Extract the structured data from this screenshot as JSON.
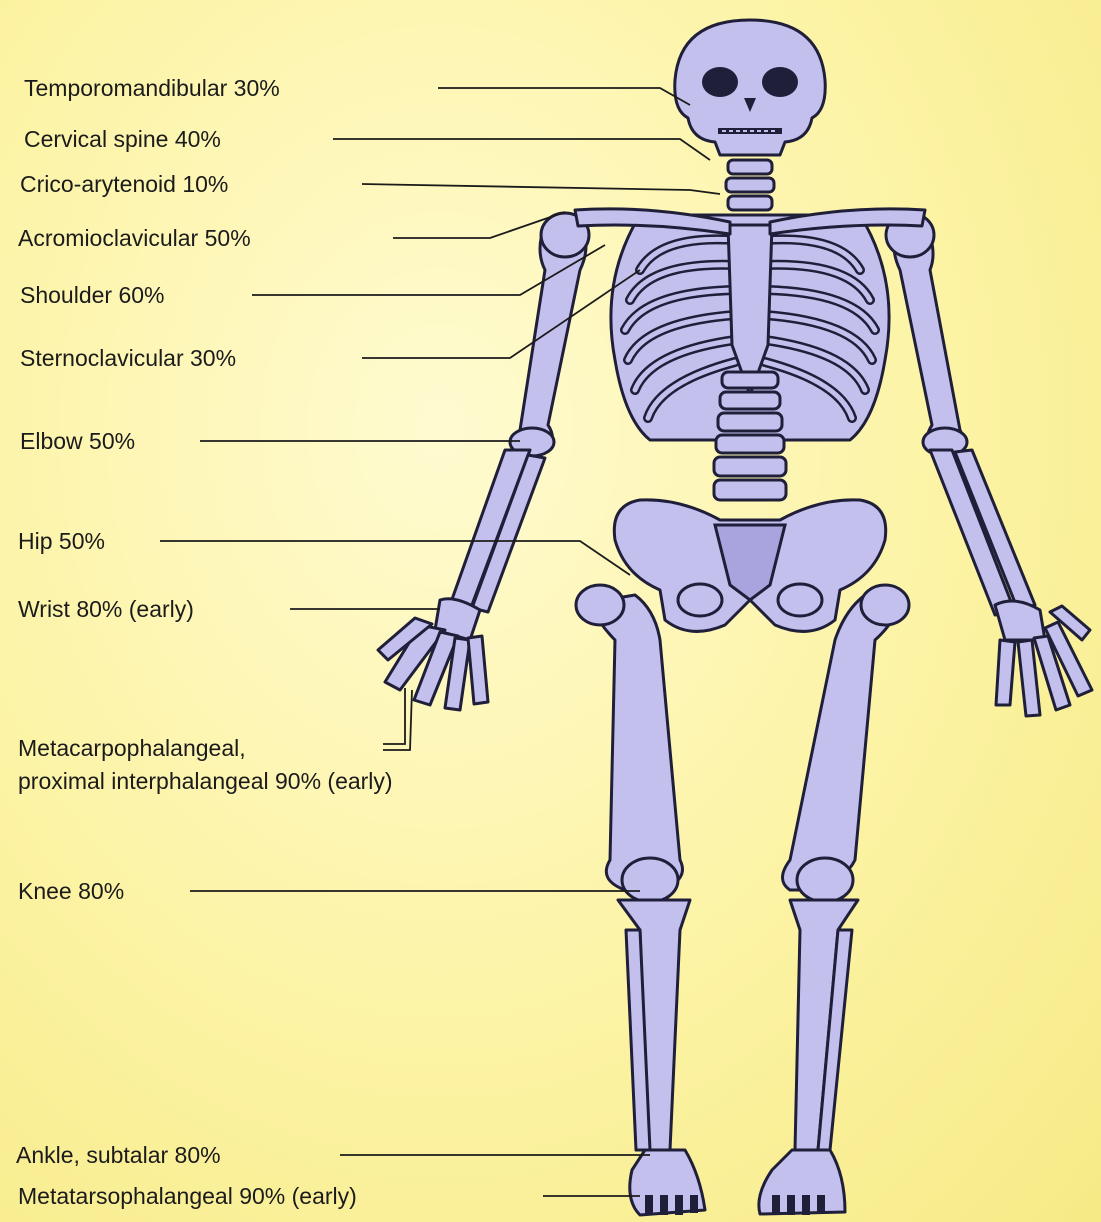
{
  "labels": {
    "temporomandibular": "Temporomandibular 30%",
    "cervical_spine": "Cervical spine 40%",
    "crico_arytenoid": "Crico-arytenoid 10%",
    "acromioclavicular": "Acromioclavicular 50%",
    "shoulder": "Shoulder 60%",
    "sternoclavicular": "Sternoclavicular 30%",
    "elbow": "Elbow 50%",
    "hip": "Hip 50%",
    "wrist": "Wrist 80% (early)",
    "metacarpophalangeal_line1": "Metacarpophalangeal,",
    "metacarpophalangeal_line2": "proximal interphalangeal 90% (early)",
    "knee": "Knee 80%",
    "ankle": "Ankle, subtalar 80%",
    "metatarsophalangeal": "Metatarsophalangeal 90% (early)"
  },
  "colors": {
    "background": "#fbf4a8",
    "bone": "#c4c0ee",
    "outline": "#1f1f3a"
  }
}
